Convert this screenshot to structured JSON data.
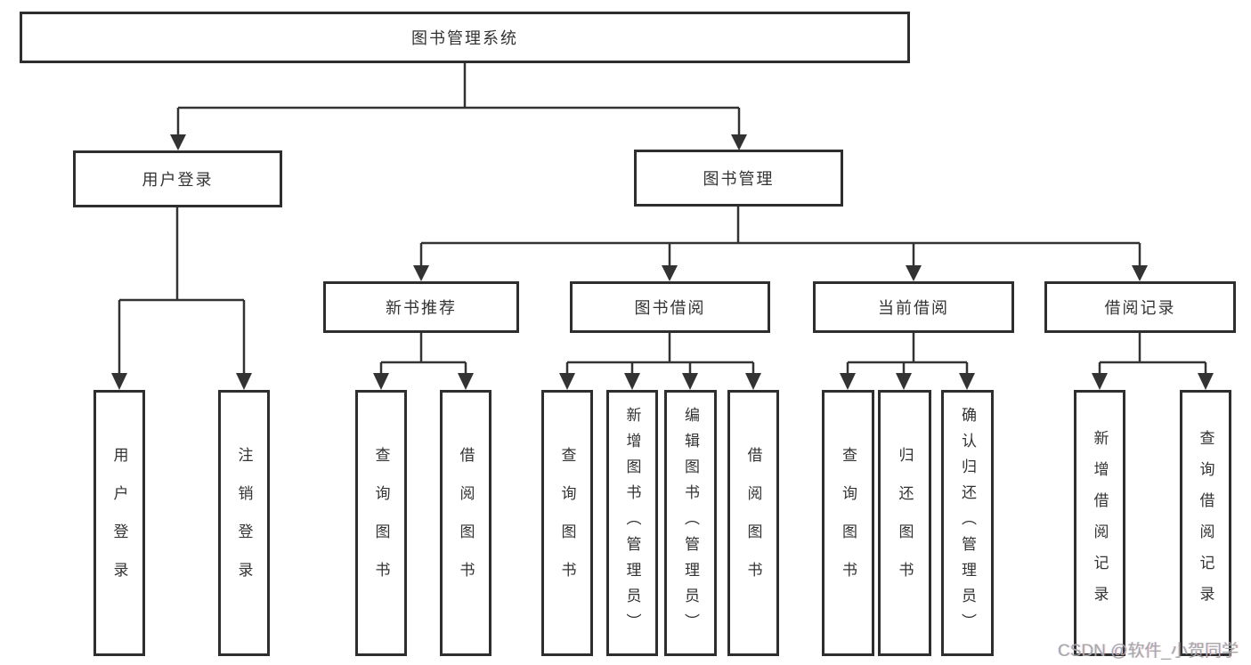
{
  "nodes": {
    "root": {
      "label": "图书管理系统"
    },
    "level2": [
      {
        "id": "user-login",
        "label": "用户登录"
      },
      {
        "id": "book-management",
        "label": "图书管理"
      }
    ],
    "level3": [
      {
        "id": "new-book-recommend",
        "label": "新书推荐",
        "parent": "图书管理"
      },
      {
        "id": "book-borrow",
        "label": "图书借阅",
        "parent": "图书管理"
      },
      {
        "id": "current-borrow",
        "label": "当前借阅",
        "parent": "图书管理"
      },
      {
        "id": "borrow-record",
        "label": "借阅记录",
        "parent": "图书管理"
      }
    ],
    "leaves": [
      {
        "group": "用户登录",
        "label": "用户登录"
      },
      {
        "group": "用户登录",
        "label": "注销登录"
      },
      {
        "group": "新书推荐",
        "label": "查询图书"
      },
      {
        "group": "新书推荐",
        "label": "借阅图书"
      },
      {
        "group": "图书借阅",
        "label": "查询图书"
      },
      {
        "group": "图书借阅",
        "label": "新增图书（管理员）"
      },
      {
        "group": "图书借阅",
        "label": "编辑图书（管理员）"
      },
      {
        "group": "图书借阅",
        "label": "借阅图书"
      },
      {
        "group": "当前借阅",
        "label": "查询图书"
      },
      {
        "group": "当前借阅",
        "label": "归还图书"
      },
      {
        "group": "当前借阅",
        "label": "确认归还（管理员）"
      },
      {
        "group": "借阅记录",
        "label": "新增借阅记录"
      },
      {
        "group": "借阅记录",
        "label": "查询借阅记录"
      }
    ]
  },
  "watermark": {
    "text": "CSDN @软件_小贺同学"
  },
  "colors": {
    "background": "#ffffff",
    "box_border": "#2e2e2e",
    "line": "#333333",
    "text": "#333333",
    "watermark": "#a8a8a8"
  }
}
